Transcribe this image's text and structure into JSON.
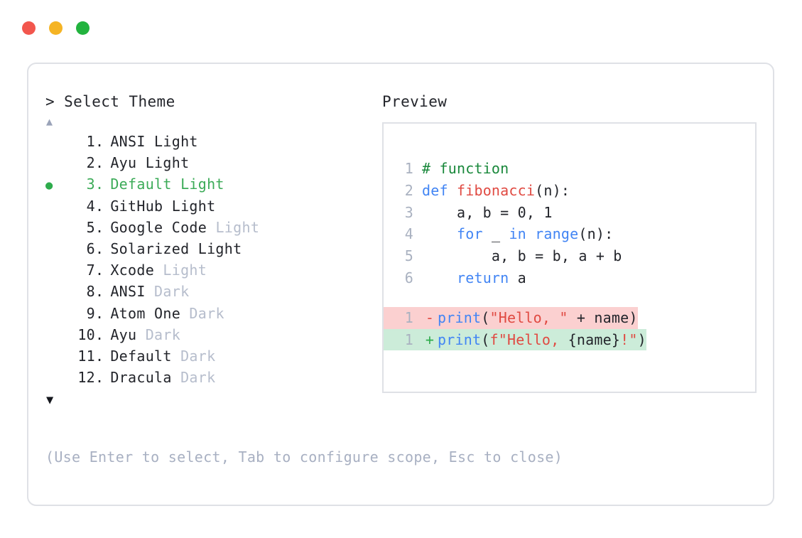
{
  "window": {
    "dots": [
      {
        "name": "close-dot",
        "color": "#f2564d"
      },
      {
        "name": "minimize-dot",
        "color": "#f5b424"
      },
      {
        "name": "maximize-dot",
        "color": "#22b33e"
      }
    ]
  },
  "selector": {
    "caret": ">",
    "title": "Select Theme",
    "scroll_up_icon": "▲",
    "scroll_down_icon": "▼",
    "bullet_icon": "●",
    "dot_separator": ".",
    "selected_index": 3,
    "items": [
      {
        "index": "1",
        "name": "ANSI Light",
        "variant": "",
        "selected": false
      },
      {
        "index": "2",
        "name": "Ayu Light",
        "variant": "",
        "selected": false
      },
      {
        "index": "3",
        "name": "Default Light",
        "variant": "",
        "selected": true
      },
      {
        "index": "4",
        "name": "GitHub Light",
        "variant": "",
        "selected": false
      },
      {
        "index": "5",
        "name": "Google Code",
        "variant": "Light",
        "selected": false
      },
      {
        "index": "6",
        "name": "Solarized Light",
        "variant": "",
        "selected": false
      },
      {
        "index": "7",
        "name": "Xcode",
        "variant": "Light",
        "selected": false
      },
      {
        "index": "8",
        "name": "ANSI",
        "variant": "Dark",
        "selected": false
      },
      {
        "index": "9",
        "name": "Atom One",
        "variant": "Dark",
        "selected": false
      },
      {
        "index": "10",
        "name": "Ayu",
        "variant": "Dark",
        "selected": false
      },
      {
        "index": "11",
        "name": "Default",
        "variant": "Dark",
        "selected": false
      },
      {
        "index": "12",
        "name": "Dracula",
        "variant": "Dark",
        "selected": false
      }
    ]
  },
  "preview": {
    "title": "Preview",
    "code_lines": [
      {
        "ln": "1",
        "tokens": [
          {
            "t": "# function",
            "c": "tok-comment"
          }
        ]
      },
      {
        "ln": "2",
        "tokens": [
          {
            "t": "def ",
            "c": "tok-keyword"
          },
          {
            "t": "fibonacci",
            "c": "tok-func"
          },
          {
            "t": "(n):",
            "c": "tok-plain"
          }
        ]
      },
      {
        "ln": "3",
        "tokens": [
          {
            "t": "    a, b = 0, 1",
            "c": "tok-plain"
          }
        ]
      },
      {
        "ln": "4",
        "tokens": [
          {
            "t": "    ",
            "c": "tok-plain"
          },
          {
            "t": "for",
            "c": "tok-keyword"
          },
          {
            "t": " _ ",
            "c": "tok-plain"
          },
          {
            "t": "in ",
            "c": "tok-keyword"
          },
          {
            "t": "range",
            "c": "tok-builtin"
          },
          {
            "t": "(n):",
            "c": "tok-plain"
          }
        ]
      },
      {
        "ln": "5",
        "tokens": [
          {
            "t": "        a, b = b, a + b",
            "c": "tok-plain"
          }
        ]
      },
      {
        "ln": "6",
        "tokens": [
          {
            "t": "    ",
            "c": "tok-plain"
          },
          {
            "t": "return",
            "c": "tok-keyword"
          },
          {
            "t": " a",
            "c": "tok-plain"
          }
        ]
      }
    ],
    "diff_lines": [
      {
        "ln": "1",
        "marker": "-",
        "kind": "removed",
        "tokens": [
          {
            "t": "print",
            "c": "tok-builtin"
          },
          {
            "t": "(",
            "c": "tok-plain"
          },
          {
            "t": "\"Hello, \"",
            "c": "tok-string"
          },
          {
            "t": " + name)",
            "c": "tok-plain"
          }
        ]
      },
      {
        "ln": "1",
        "marker": "+",
        "kind": "added",
        "tokens": [
          {
            "t": "print",
            "c": "tok-builtin"
          },
          {
            "t": "(",
            "c": "tok-plain"
          },
          {
            "t": "f\"Hello, ",
            "c": "tok-string"
          },
          {
            "t": "{name}",
            "c": "tok-plain"
          },
          {
            "t": "!\"",
            "c": "tok-string"
          },
          {
            "t": ")",
            "c": "tok-plain"
          }
        ]
      }
    ]
  },
  "footer": {
    "hint": "(Use Enter to select, Tab to configure scope, Esc to close)"
  },
  "colors": {
    "selected_green": "#3cab58",
    "muted_grey": "#b6bdcc",
    "text_dark": "#23252b",
    "diff_removed_bg": "#fbd0d0",
    "diff_added_bg": "#ccecd9",
    "border": "#dfe1e6"
  }
}
